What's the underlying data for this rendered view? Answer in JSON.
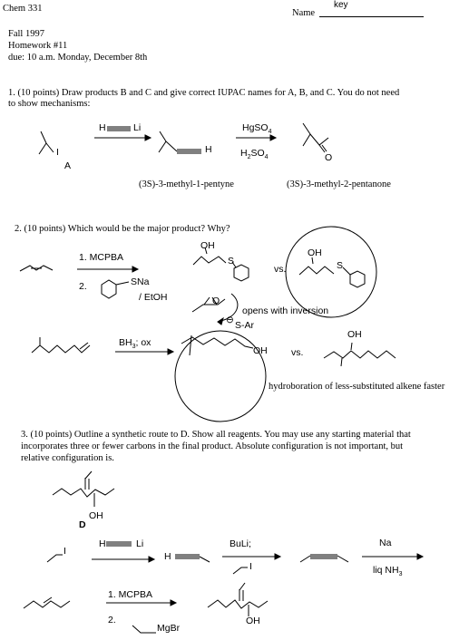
{
  "header": {
    "course": "Chem 331",
    "name_label": "Name",
    "key_label": "key",
    "term": "Fall  1997",
    "homework": "Homework #11",
    "due": "due:  10 a.m. Monday, December 8th"
  },
  "q1": {
    "prompt_line1": "1. (10 points)  Draw products B and C and give correct IUPAC names for A, B, and C.  You do not need",
    "prompt_line2": "to show mechanisms:",
    "label_I": "I",
    "label_A": "A",
    "reagent_H": "H",
    "reagent_Li": "Li",
    "hgso4": "HgSO4",
    "h2so4": "H2SO4",
    "product_H": "H",
    "ketone_O": "O",
    "name_B": "(3S)-3-methyl-1-pentyne",
    "name_C": "(3S)-3-methyl-2-pentanone"
  },
  "q2": {
    "prompt": "2. (10 points) Which would be the major product?  Why?",
    "step1": "1.  MCPBA",
    "step2": "2.",
    "sna": "SNa",
    "etoh": "/ EtOH",
    "oh": "OH",
    "s": "S",
    "vs": "vs.",
    "o": "O",
    "sar": "S-Ar",
    "minus": "⊖",
    "opens": "opens with inversion",
    "bh3": "BH3; ox",
    "oh2": "OH",
    "vs2": "vs.",
    "oh3": "OH",
    "hydroboration": "hydroboration of less-substituted alkene faster"
  },
  "q3": {
    "prompt_line1": "3.  (10 points)  Outline a synthetic route to D. Show all reagents. You may use any starting material that",
    "prompt_line2": "incorporates three or fewer carbons in the final product. Absolute configuration is not important, but",
    "prompt_line3": "relative configuration is.",
    "oh_D": "OH",
    "label_D": "D",
    "iodide_I": "I",
    "H": "H",
    "Li": "Li",
    "H2": "H",
    "buli": "BuLi;",
    "I2": "I",
    "na": "Na",
    "liq": "liq NH3",
    "mcpba": "1. MCPBA",
    "two": "2.",
    "mgbr": "MgBr",
    "oh_final": "OH"
  }
}
